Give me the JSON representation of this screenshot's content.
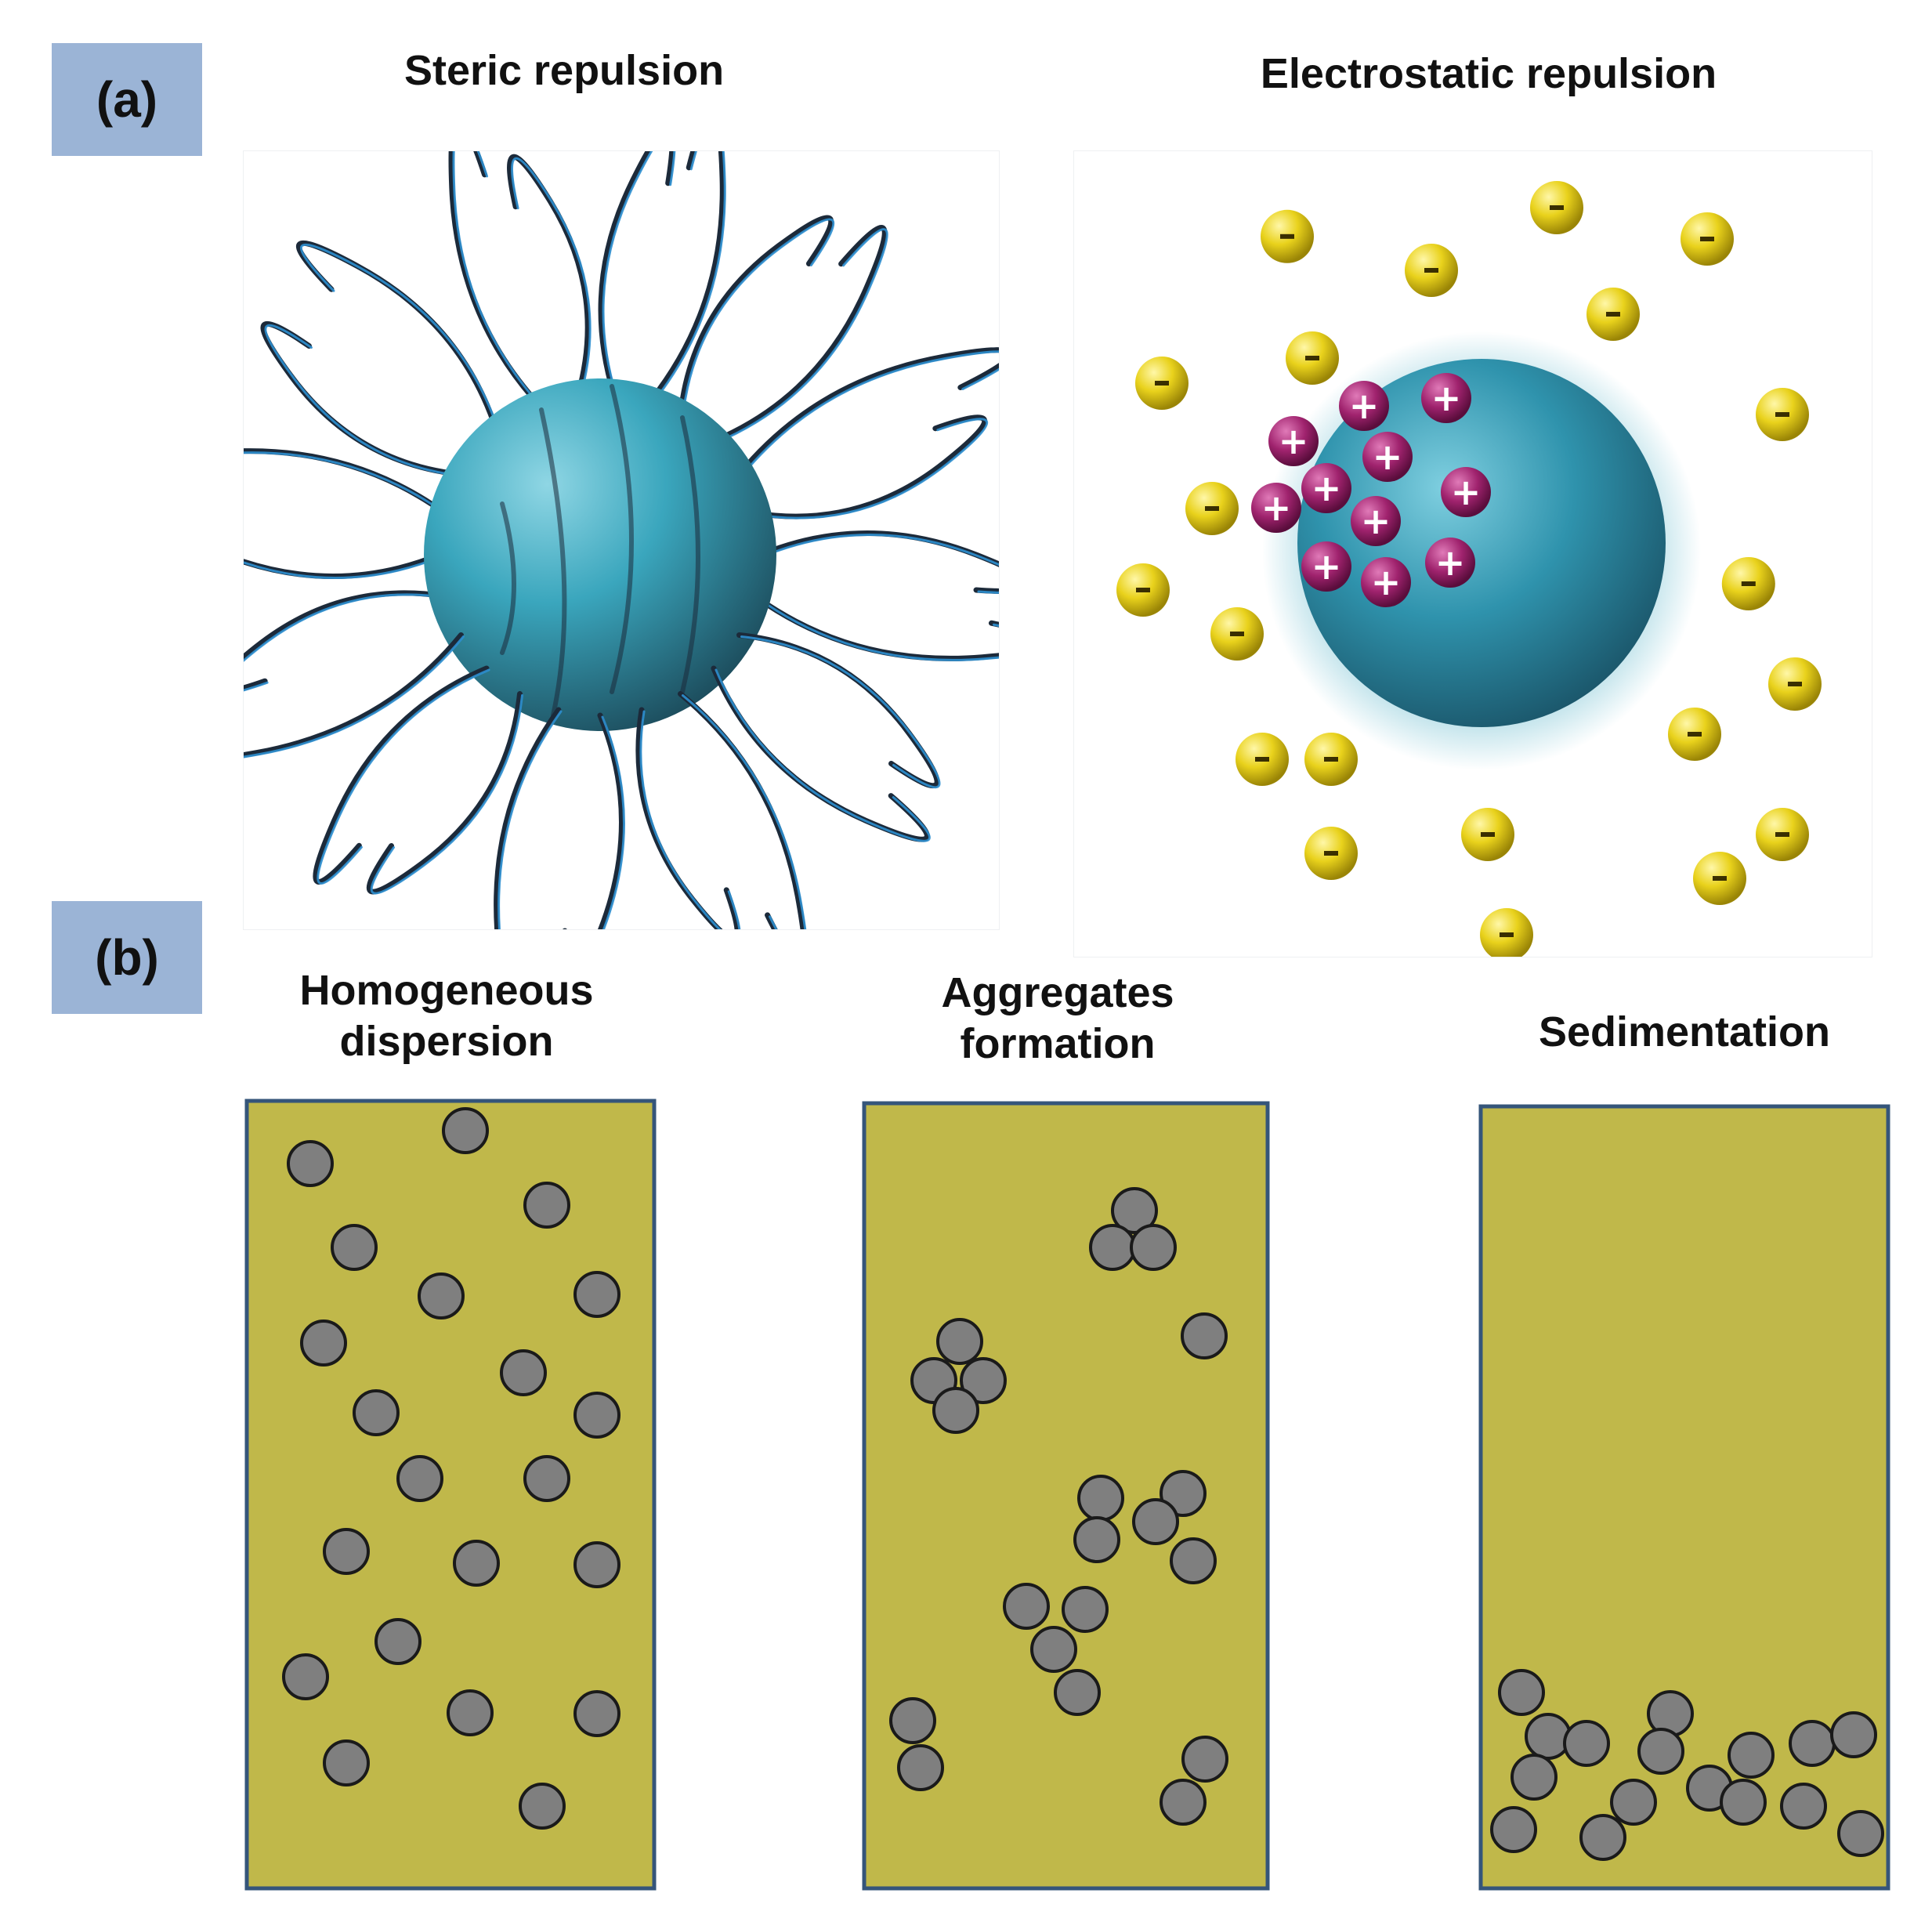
{
  "part_a": {
    "label": "(a)",
    "steric_title": "Steric repulsion",
    "electrostatic_title": "Electrostatic repulsion",
    "positive_symbol": "+",
    "negative_symbol": "-",
    "colors": {
      "particle": "#3aa6bd",
      "positive_charge": "#a0236e",
      "negative_ion": "#e9d21c",
      "polymer_chain": "#1c2a3a"
    }
  },
  "part_b": {
    "label": "(b)",
    "homogeneous_title": [
      "Homogeneous",
      "dispersion"
    ],
    "aggregates_title": [
      "Aggregates",
      "formation"
    ],
    "sedimentation_title": "Sedimentation",
    "colors": {
      "liquid": "#c0b84a",
      "container_border": "#35557a",
      "particle": "#7f7f7f"
    }
  }
}
